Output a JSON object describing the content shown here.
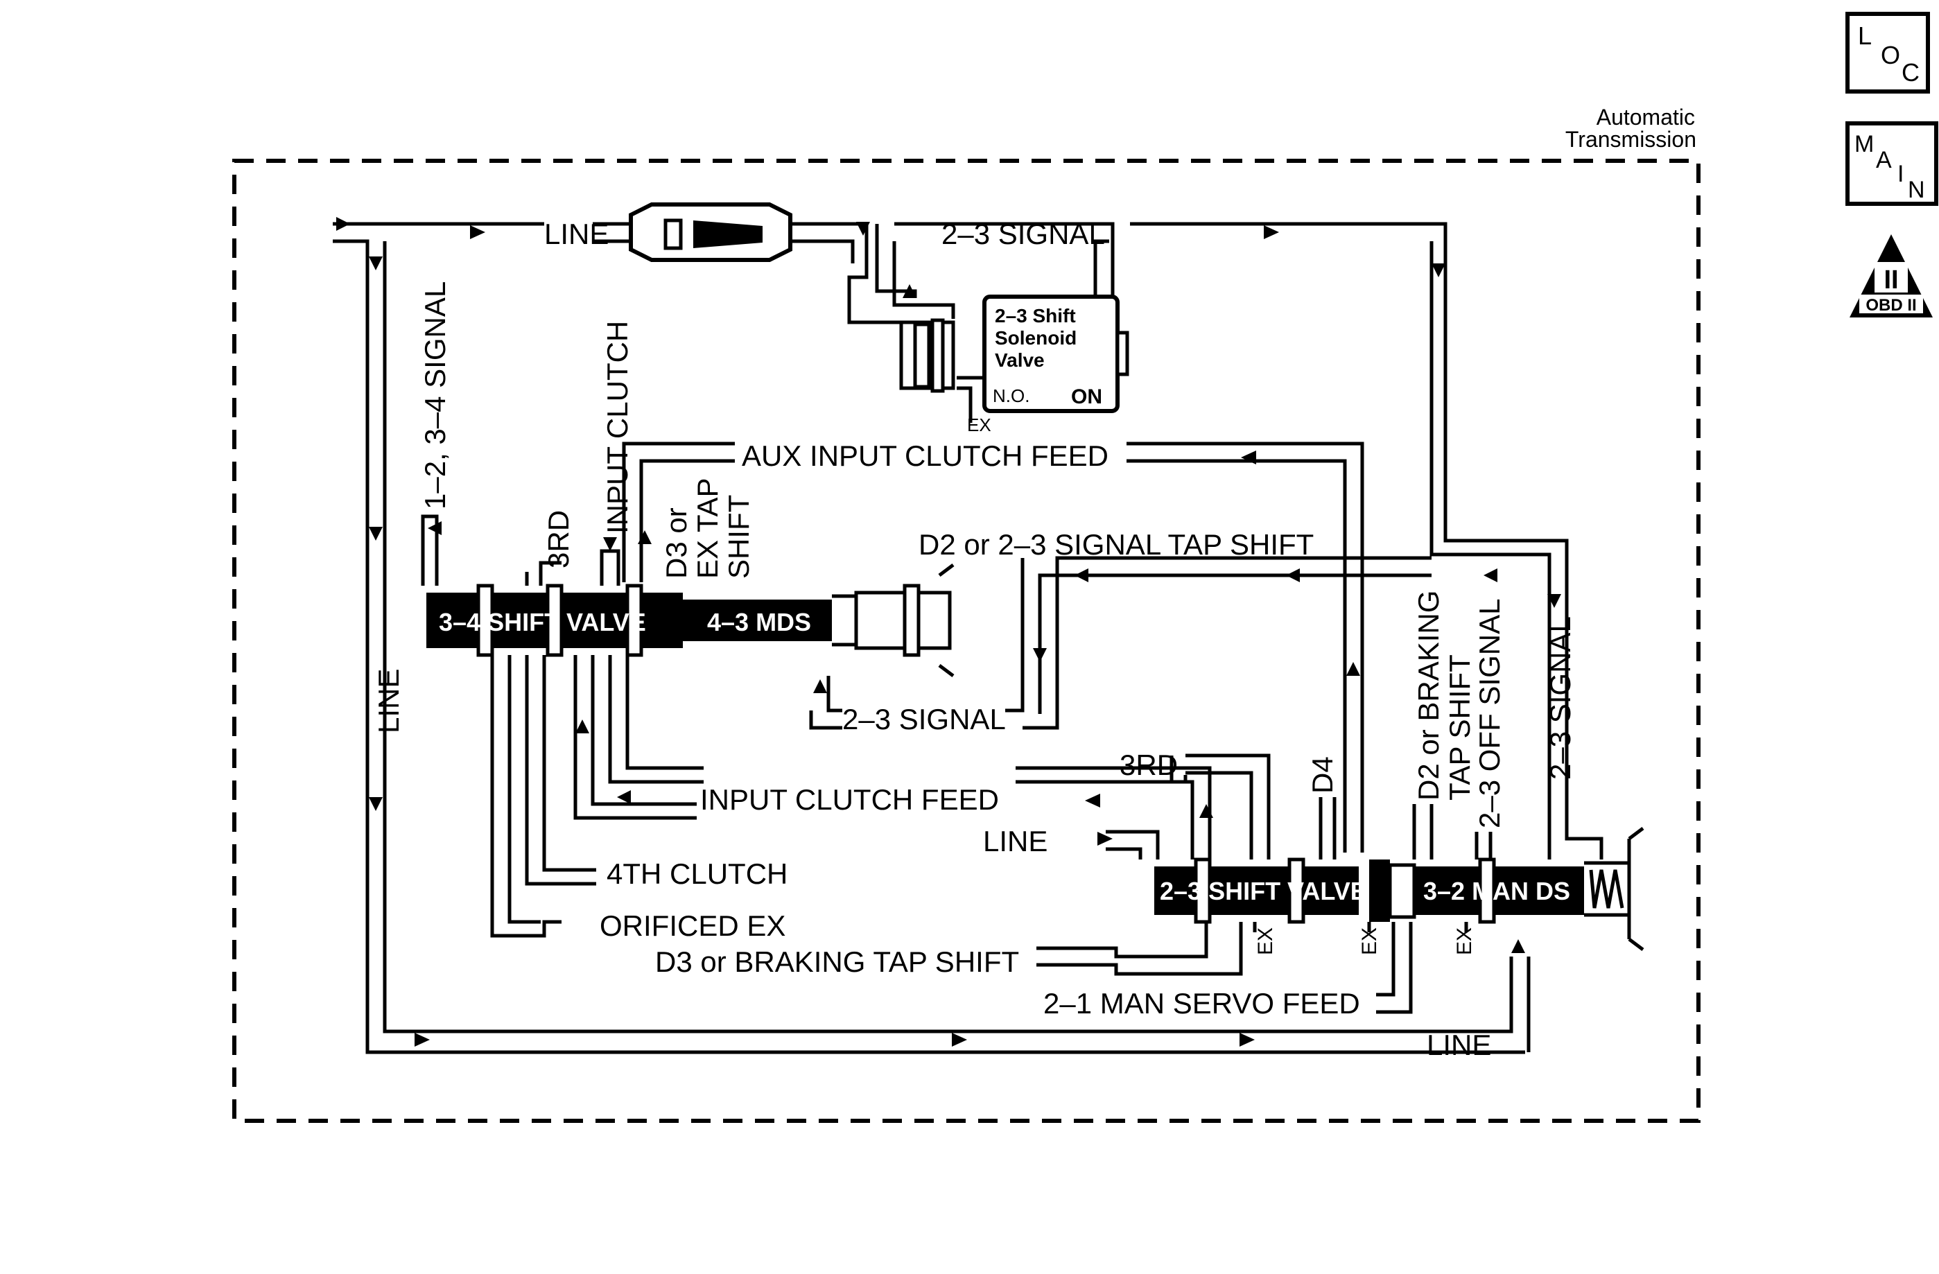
{
  "nav": {
    "loc_letters": [
      "L",
      "O",
      "C"
    ],
    "main_letters": [
      "M",
      "A",
      "I",
      "N"
    ],
    "obd_numeral": "II",
    "obd_label": "OBD II"
  },
  "header": {
    "line1": "Automatic",
    "line2": "Transmission"
  },
  "solenoid": {
    "title1": "2–3 Shift",
    "title2": "Solenoid",
    "title3": "Valve",
    "state_left": "N.O.",
    "state_right": "ON",
    "exhaust": "EX"
  },
  "valves": {
    "v34": "3–4 SHIFT VALVE",
    "mds43": "4–3 MDS",
    "v23": "2–3 SHIFT VALVE",
    "mands32": "3–2 MAN DS"
  },
  "labels": {
    "line_top": "LINE",
    "signal_23_top": "2–3 SIGNAL",
    "signal_12_34": "1–2, 3–4 SIGNAL",
    "input_clutch": "INPUT CLUTCH",
    "third_a": "3RD",
    "d3_ex_1": "D3 or",
    "d3_ex_2": "EX TAP",
    "d3_ex_3": "SHIFT",
    "aux_input_clutch_feed": "AUX INPUT CLUTCH FEED",
    "d2_23_tap": "D2 or 2–3 SIGNAL TAP SHIFT",
    "signal_23_mid": "2–3 SIGNAL",
    "line_left": "LINE",
    "third_b": "3RD",
    "input_clutch_feed": "INPUT CLUTCH FEED",
    "line_mid": "LINE",
    "fourth_clutch": "4TH CLUTCH",
    "orificed_ex": "ORIFICED EX",
    "d3_braking": "D3 or BRAKING TAP SHIFT",
    "man_servo_21": "2–1 MAN SERVO FEED",
    "line_bottom": "LINE",
    "d4": "D4",
    "d2_braking_1": "D2 or BRAKING",
    "d2_braking_2": "TAP SHIFT",
    "off_signal_23": "2–3 OFF SIGNAL",
    "signal_23_right": "2–3 SIGNAL",
    "ex": "EX"
  }
}
